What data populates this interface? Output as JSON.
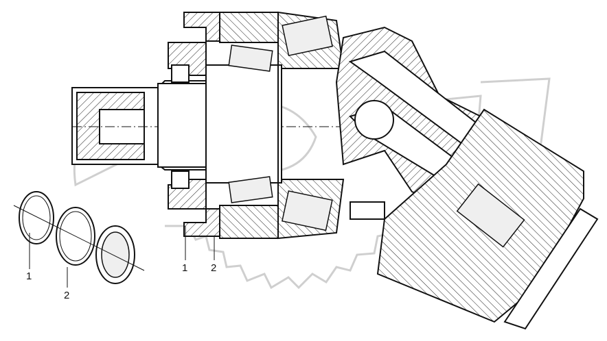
{
  "diagram": {
    "callouts": [
      {
        "id": "c1",
        "text": "1"
      },
      {
        "id": "c2",
        "text": "2"
      },
      {
        "id": "c3",
        "text": "1"
      },
      {
        "id": "c4",
        "text": "2"
      }
    ]
  }
}
